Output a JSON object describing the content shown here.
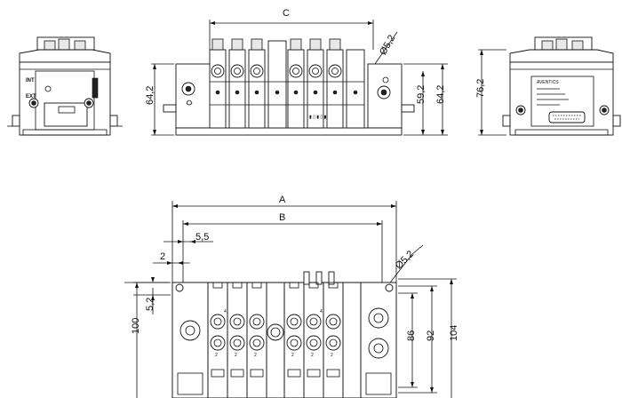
{
  "dimensions": {
    "front": {
      "width_label": "C",
      "height_left": "64,2",
      "height_right_inner": "59,2",
      "height_right_outer": "64,2",
      "hole": "Ø5,2"
    },
    "side_right": {
      "height": "76,2"
    },
    "side_left": {
      "int_label": "INT",
      "ext_label": "EXT"
    },
    "top": {
      "overall": "A",
      "inner": "B",
      "offset_small": "5,5",
      "offset_edge": "2",
      "slot": "5,2",
      "height_total": "100",
      "height_86": "86",
      "height_92": "92",
      "height_104": "104",
      "hole": "Ø5,2"
    }
  },
  "labels": {
    "brand": "AVENTICS",
    "port_2": "2",
    "port_4": "4"
  }
}
